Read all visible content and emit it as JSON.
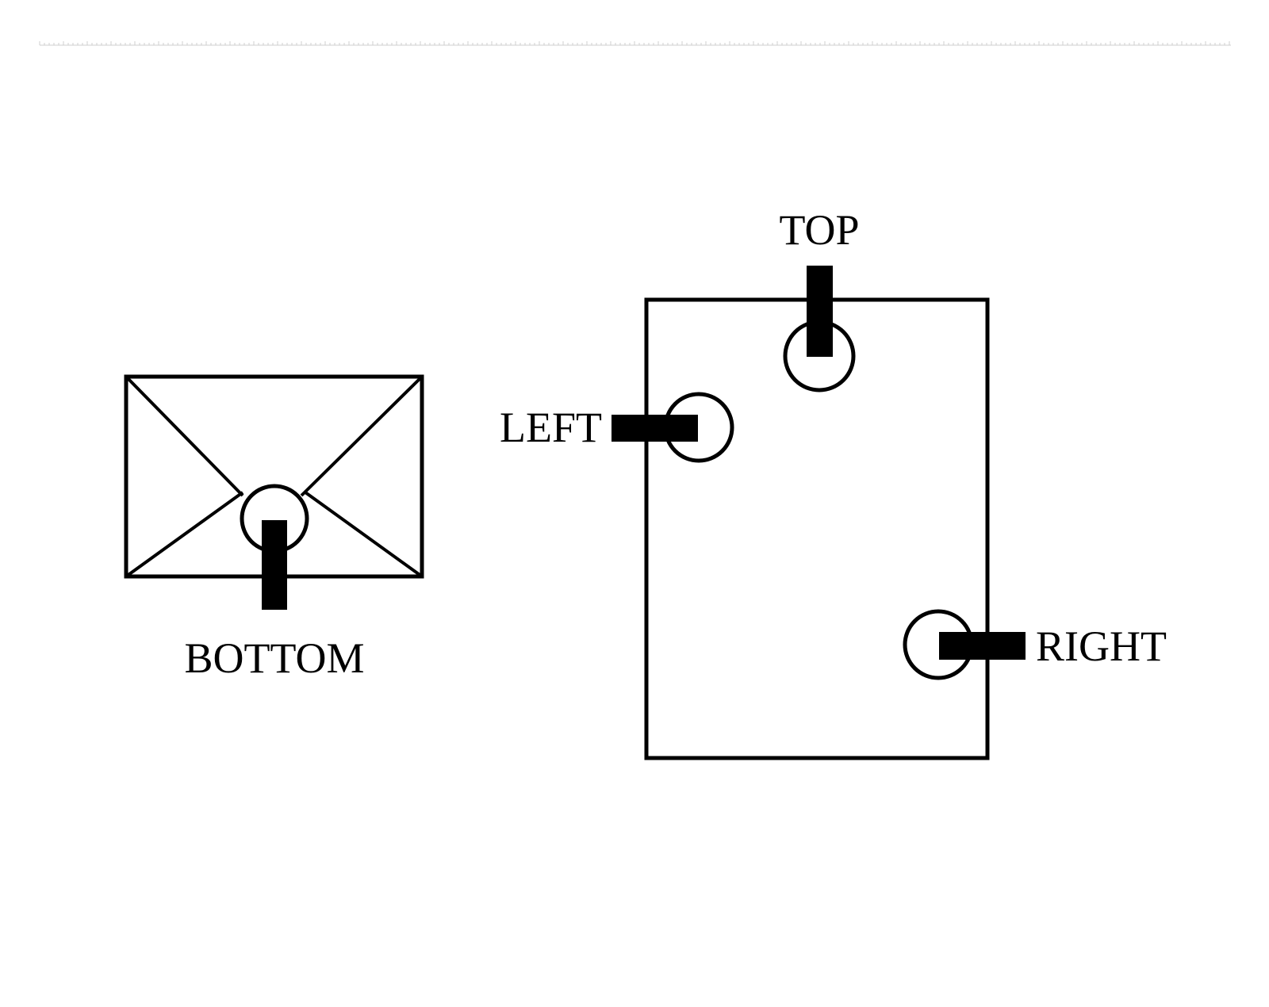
{
  "labels": {
    "bottom": "BOTTOM",
    "top": "TOP",
    "left": "LEFT",
    "right": "RIGHT"
  },
  "colors": {
    "ink": "#000000",
    "ruler": "#cfcfcf",
    "background": "#ffffff"
  }
}
